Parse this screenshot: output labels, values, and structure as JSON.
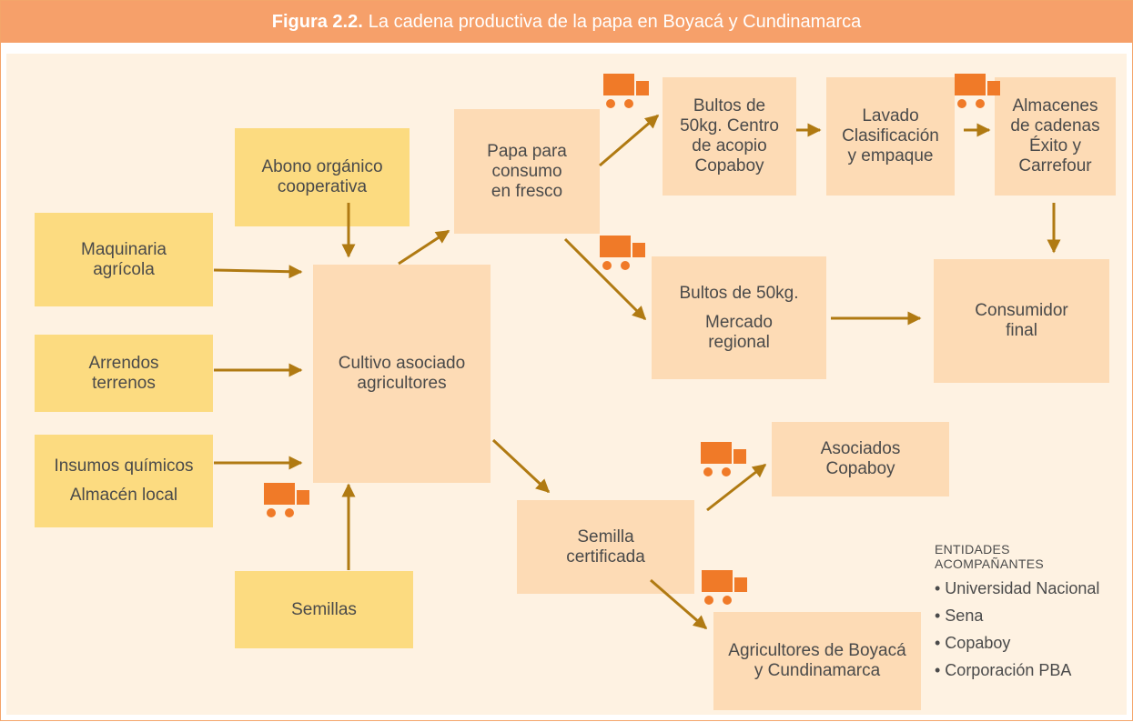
{
  "title": {
    "number": "Figura 2.2.",
    "text": "La cadena productiva de la papa en Boyacá y Cundinamarca"
  },
  "colors": {
    "header": "#f6a06a",
    "background": "#fef2e2",
    "input_box": "#fcdb80",
    "stage_box": "#fddbb5",
    "arrow": "#b07a12",
    "truck": "#f07a28"
  },
  "icons": [
    "truck-icon"
  ],
  "boxes": {
    "abono": [
      "Abono orgánico",
      "cooperativa"
    ],
    "maquinaria": [
      "Maquinaria",
      "agrícola"
    ],
    "arrendos": [
      "Arrendos",
      "terrenos"
    ],
    "insumos": [
      "Insumos químicos",
      "Almacén local"
    ],
    "semillas": [
      "Semillas"
    ],
    "cultivo": [
      "Cultivo asociado",
      "agricultores"
    ],
    "papa": [
      "Papa para",
      "consumo",
      "en fresco"
    ],
    "bultos_centro": [
      "Bultos de",
      "50kg. Centro",
      "de acopio",
      "Copaboy"
    ],
    "lavado": [
      "Lavado",
      "Clasificación",
      "y empaque"
    ],
    "almacenes": [
      "Almacenes",
      "de cadenas",
      "Éxito y",
      "Carrefour"
    ],
    "bultos_mercado": [
      "Bultos de 50kg.",
      "Mercado",
      "regional"
    ],
    "consumidor": [
      "Consumidor",
      "final"
    ],
    "semilla_cert": [
      "Semilla",
      "certificada"
    ],
    "asociados": [
      "Asociados",
      "Copaboy"
    ],
    "agricultores_by": [
      "Agricultores de Boyacá",
      "y Cundinamarca"
    ]
  },
  "entidades": {
    "title": [
      "ENTIDADES",
      "ACOMPAÑANTES"
    ],
    "items": [
      "• Universidad Nacional",
      "• Sena",
      "• Copaboy",
      "• Corporación PBA"
    ]
  }
}
